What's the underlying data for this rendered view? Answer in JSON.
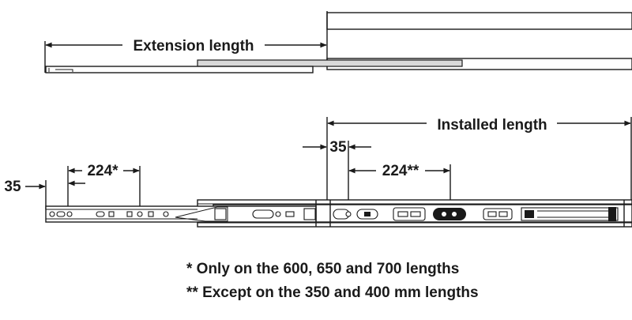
{
  "labels": {
    "extension_length": "Extension length",
    "installed_length": "Installed length",
    "dim_35_left": "35",
    "dim_224_star": "224*",
    "dim_35_right": "35",
    "dim_224_double_star": "224**"
  },
  "notes": [
    "* Only on the 600, 650 and 700 lengths",
    "** Except on the 350 and 400 mm lengths"
  ]
}
